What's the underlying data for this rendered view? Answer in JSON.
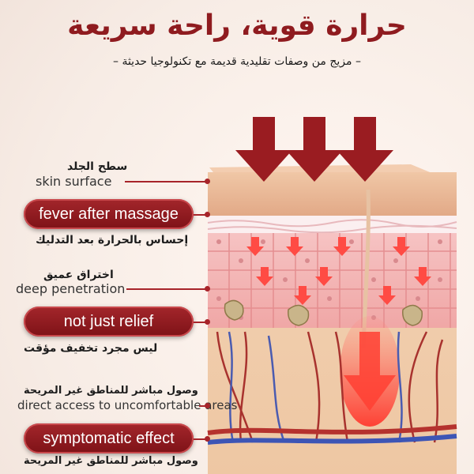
{
  "header": {
    "title": "حرارة قوية، راحة سريعة",
    "subtitle": "– مزيج من وصفات تقليدية قديمة مع تكنولوجيا حديثة –"
  },
  "labels": {
    "skin_surface_ar": "سطح الجلد",
    "skin_surface_en": "skin surface",
    "fever_pill": "fever after massage",
    "fever_ar": "إحساس بالحرارة بعد التدليك",
    "deep_ar": "اختراق عميق",
    "deep_en": "deep penetration",
    "relief_pill": "not just relief",
    "relief_ar": "ليس مجرد تخفيف مؤقت",
    "direct_ar": "وصول مباشر للمناطق غير المريحة",
    "direct_en": "direct access to uncomfortable areas",
    "symptom_pill": "symptomatic effect",
    "symptom_ar": "وصول مباشر للمناطق غير المريحة"
  },
  "colors": {
    "brand_red": "#8f1b1f",
    "arrow_red": "#9a1c21",
    "skin": "#e7b28d"
  }
}
